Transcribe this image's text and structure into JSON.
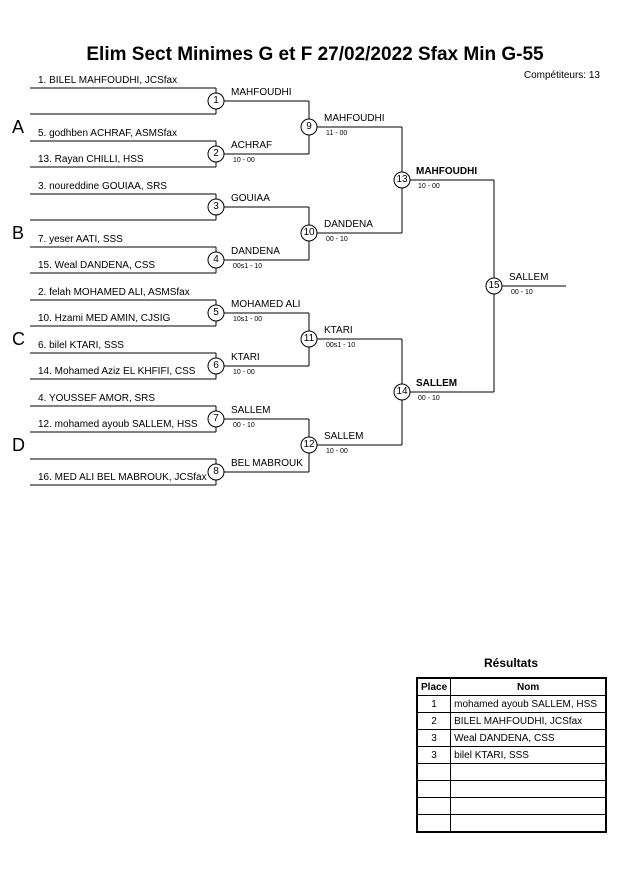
{
  "title": "Elim Sect Minimes G et F  27/02/2022  Sfax    Min G-55",
  "competitors": "Compétiteurs: 13",
  "pools": [
    "A",
    "B",
    "C",
    "D"
  ],
  "entrants": [
    "1. BILEL MAHFOUDHI, JCSfax",
    "",
    "5. godhben ACHRAF, ASMSfax",
    "13. Rayan CHILLI, HSS",
    "3. noureddine GOUIAA, SRS",
    "",
    "7. yeser AATI, SSS",
    "15. Weal DANDENA, CSS",
    "2. felah MOHAMED ALI, ASMSfax",
    "10. Hzami MED AMIN, CJSIG",
    "6. bilel KTARI, SSS",
    "14. Mohamed Aziz EL KHFIFI, CSS",
    "4. YOUSSEF AMOR, SRS",
    "12. mohamed ayoub SALLEM, HSS",
    "",
    "16. MED ALI BEL MABROUK, JCSfax"
  ],
  "matches": [
    {
      "num": "1",
      "winner": "MAHFOUDHI",
      "score": ""
    },
    {
      "num": "2",
      "winner": "ACHRAF",
      "score": "10 - 00"
    },
    {
      "num": "3",
      "winner": "GOUIAA",
      "score": ""
    },
    {
      "num": "4",
      "winner": "DANDENA",
      "score": "00s1 - 10"
    },
    {
      "num": "5",
      "winner": "MOHAMED ALI",
      "score": "10s1 - 00"
    },
    {
      "num": "6",
      "winner": "KTARI",
      "score": "10 - 00"
    },
    {
      "num": "7",
      "winner": "SALLEM",
      "score": "00 - 10"
    },
    {
      "num": "8",
      "winner": "BEL MABROUK",
      "score": ""
    },
    {
      "num": "9",
      "winner": "MAHFOUDHI",
      "score": "11 - 00"
    },
    {
      "num": "10",
      "winner": "DANDENA",
      "score": "00 - 10"
    },
    {
      "num": "11",
      "winner": "KTARI",
      "score": "00s1 - 10"
    },
    {
      "num": "12",
      "winner": "SALLEM",
      "score": "10 - 00"
    },
    {
      "num": "13",
      "winner": "MAHFOUDHI",
      "score": "10 - 00"
    },
    {
      "num": "14",
      "winner": "SALLEM",
      "score": "00 - 10"
    },
    {
      "num": "15",
      "winner": "SALLEM",
      "score": "00 - 10"
    }
  ],
  "results": {
    "title": "Résultats",
    "headers": {
      "place": "Place",
      "name": "Nom"
    },
    "rows": [
      {
        "place": "1",
        "name": "mohamed ayoub SALLEM, HSS"
      },
      {
        "place": "2",
        "name": "BILEL MAHFOUDHI, JCSfax"
      },
      {
        "place": "3",
        "name": "Weal DANDENA, CSS"
      },
      {
        "place": "3",
        "name": "bilel KTARI, SSS"
      },
      {
        "place": "",
        "name": ""
      },
      {
        "place": "",
        "name": ""
      },
      {
        "place": "",
        "name": ""
      },
      {
        "place": "",
        "name": ""
      }
    ]
  }
}
